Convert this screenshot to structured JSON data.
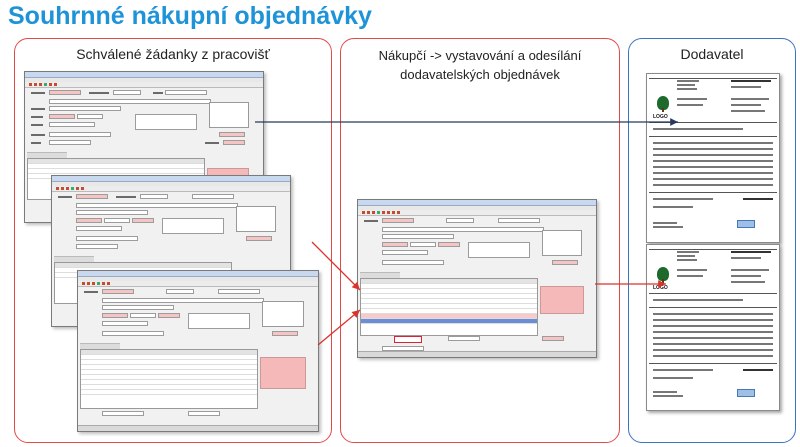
{
  "page": {
    "title": "Souhrnné nákupní objednávky"
  },
  "panels": {
    "left": {
      "title": "Schválené žádanky z pracovišť"
    },
    "middle": {
      "title": "Nákupčí -> vystavování a odesílání dodavatelských objednávek"
    },
    "right": {
      "title": "Dodavatel"
    }
  },
  "documents": [
    {
      "logo_text": "LOGO"
    },
    {
      "logo_text": "LOGO"
    }
  ],
  "colors": {
    "title": "#1f93d8",
    "panel_border_red": "#e24a4a",
    "panel_border_blue": "#3b74c0",
    "arrow_dark": "#2b3a5c",
    "arrow_red": "#d9342b"
  }
}
